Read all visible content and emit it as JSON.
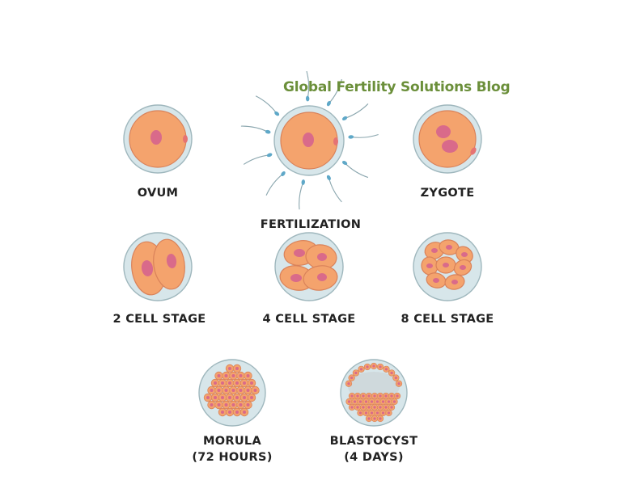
{
  "brand": {
    "text": "Global Fertility Solutions Blog",
    "color": "#6b8f3a"
  },
  "colors": {
    "zona": "#d7e6ea",
    "zona_stroke": "#9fb7bd",
    "cytoplasm": "#f4a36d",
    "cytoplasm_stroke": "#d9825a",
    "nucleus": "#d96a8a",
    "polar_body": "#e57373",
    "cavity": "#cfd9dc",
    "sperm_head": "#5fa8c8",
    "sperm_tail": "#8aa6ae",
    "label": "#222222"
  },
  "stages": [
    {
      "id": "ovum",
      "label": "OVUM"
    },
    {
      "id": "fertilization",
      "label": "FERTILIZATION"
    },
    {
      "id": "zygote",
      "label": "ZYGOTE"
    },
    {
      "id": "two-cell",
      "label": "2 CELL STAGE"
    },
    {
      "id": "four-cell",
      "label": "4 CELL STAGE"
    },
    {
      "id": "eight-cell",
      "label": "8 CELL STAGE"
    },
    {
      "id": "morula",
      "label": "MORULA",
      "sublabel": "(72 HOURS)"
    },
    {
      "id": "blastocyst",
      "label": "BLASTOCYST",
      "sublabel": "(4 DAYS)"
    }
  ]
}
